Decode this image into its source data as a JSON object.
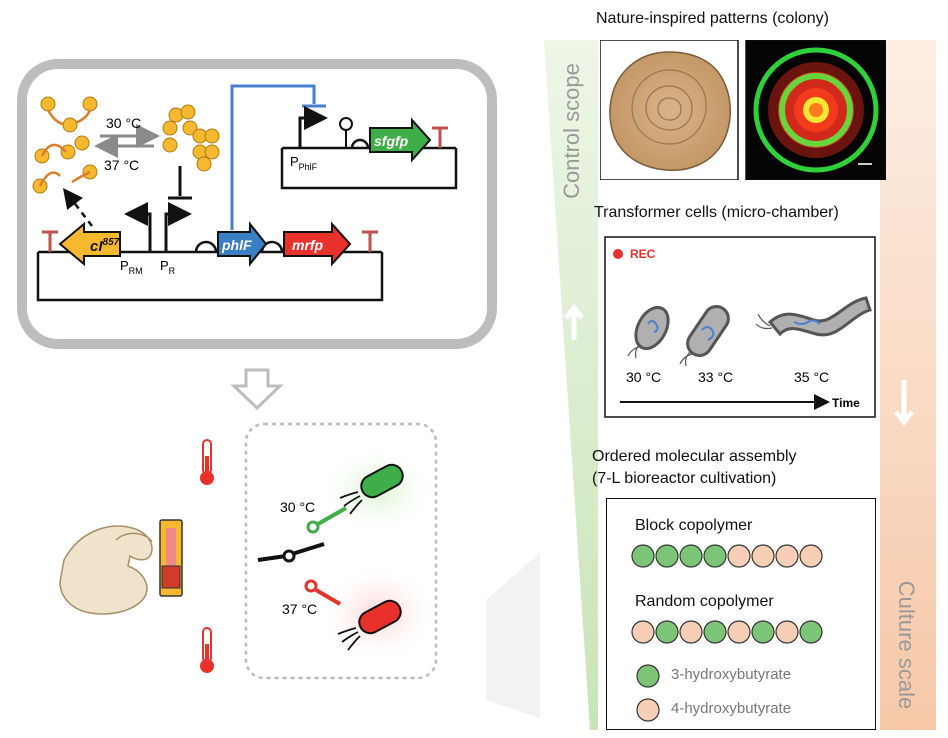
{
  "circuit": {
    "temp_high": "30 °C",
    "temp_low": "37 °C",
    "gene_ci": "cI",
    "gene_ci_sup": "857",
    "promoter_rm": "P",
    "promoter_rm_sub": "RM",
    "promoter_r": "P",
    "promoter_r_sub": "R",
    "gene_phlf": "phlF",
    "gene_mrfp": "mrfp",
    "promoter_phlf": "P",
    "promoter_phlf_sub": "PhlF",
    "gene_sfgfp": "sfgfp"
  },
  "switch": {
    "temp_30": "30 °C",
    "temp_37": "37 °C"
  },
  "scope": {
    "control_label": "Control scope",
    "culture_label": "Culture scale"
  },
  "panels": {
    "colony_title": "Nature-inspired patterns (colony)",
    "chamber_title": "Transformer cells (micro-chamber)",
    "rec_label": "REC",
    "cell_temps": [
      "30 °C",
      "33 °C",
      "35 °C"
    ],
    "time_label": "Time",
    "assembly_title_1": "Ordered molecular assembly",
    "assembly_title_2": "(7-L bioreactor cultivation)",
    "block_label": "Block copolymer",
    "random_label": "Random copolymer",
    "legend_3hb": "3-hydroxybutyrate",
    "legend_4hb": "4-hydroxybutyrate"
  },
  "colors": {
    "green_monomer": "#7cc576",
    "pink_monomer": "#f7cfb6",
    "gene_yellow": "#f5b82e",
    "gene_blue": "#3a7fc4",
    "gene_red": "#e8312a",
    "gene_green": "#3fae49",
    "repression_blue": "#4a7fd0",
    "terminator_red": "#c0504d"
  }
}
